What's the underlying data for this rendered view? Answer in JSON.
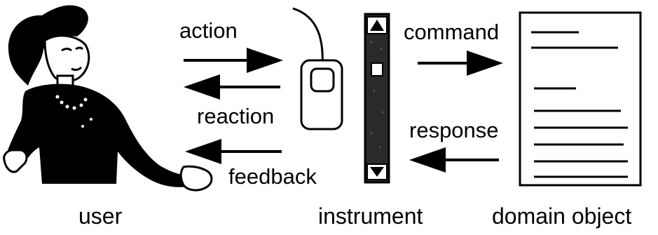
{
  "diagram": {
    "arrows": {
      "action": "action",
      "reaction": "reaction",
      "feedback": "feedback",
      "command": "command",
      "response": "response"
    },
    "captions": {
      "user": "user",
      "instrument": "instrument",
      "domain_object": "domain object"
    }
  },
  "icons": [
    "user-figure",
    "mouse-icon",
    "scrollbar-icon",
    "document-icon"
  ],
  "colors": {
    "ink": "#000000",
    "paper": "#ffffff",
    "scrollbar_track": "#2a2a2a"
  }
}
